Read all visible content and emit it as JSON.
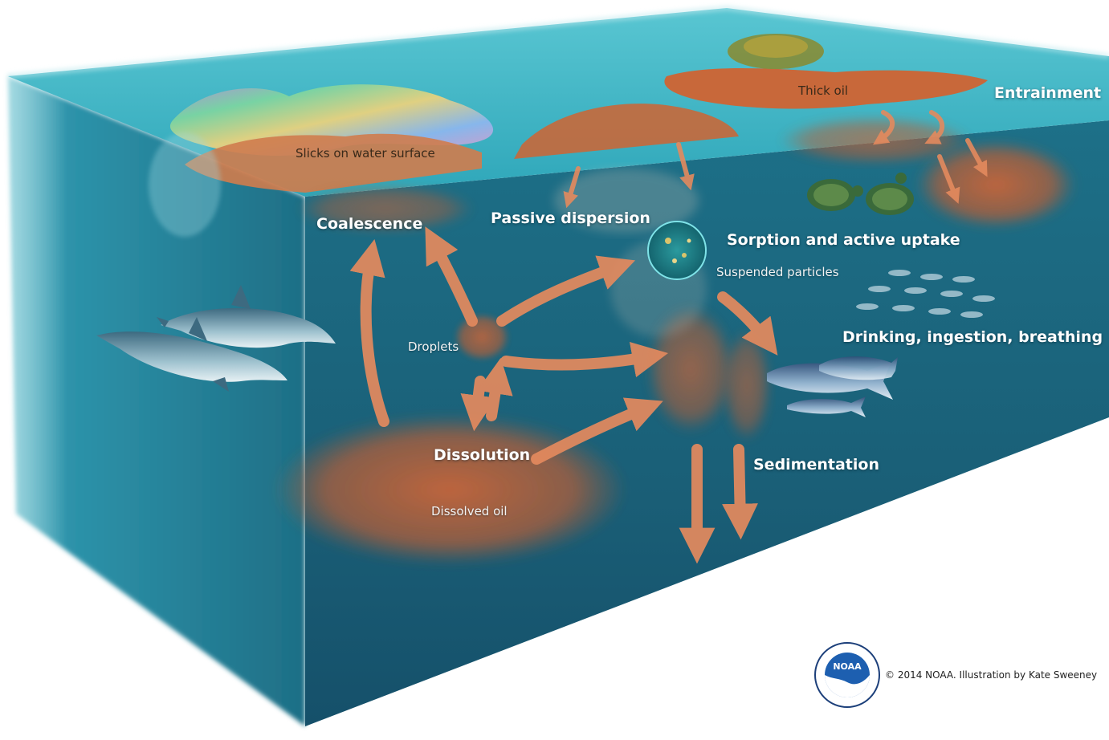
{
  "labels": {
    "slicks": "Slicks on water surface",
    "thick_oil": "Thick oil",
    "entrainment": "Entrainment",
    "coalescence": "Coalescence",
    "passive_dispersion": "Passive dispersion",
    "sorption": "Sorption and active uptake",
    "suspended_particles": "Suspended particles",
    "drinking": "Drinking, ingestion, breathing",
    "droplets": "Droplets",
    "dissolution": "Dissolution",
    "dissolved_oil": "Dissolved oil",
    "sedimentation": "Sedimentation"
  },
  "credit": "© 2014 NOAA.  Illustration by Kate Sweeney",
  "logo": {
    "text": "NOAA"
  },
  "colors": {
    "water_surface": "#3fb3c4",
    "water_front": "#1f6f86",
    "water_side": "#2b8fa5",
    "oil": "#c8683a",
    "arrow": "#e48a5e"
  },
  "icons": [
    "dolphin-icon",
    "sea-turtle-icon",
    "tuna-icon",
    "fish-school-icon",
    "seaweed-icon",
    "noaa-logo-icon"
  ]
}
